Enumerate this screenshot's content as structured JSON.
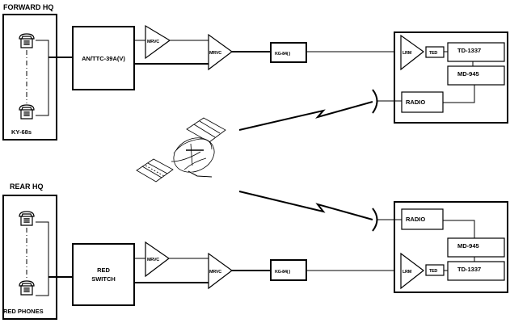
{
  "diagram": {
    "forward": {
      "site_label": "FORWARD HQ",
      "phones_label": "KY-68s",
      "switch_label": "AN/TTC-39A(V)",
      "mrvc_small": "MRVC",
      "mrvc_large": "MRVC",
      "crypto": "KG-84( )",
      "terminal": {
        "lrm": "LRM",
        "ted": "TED",
        "td": "TD-1337",
        "md": "MD-945",
        "radio": "RADIO"
      }
    },
    "rear": {
      "site_label": "REAR HQ",
      "phones_label": "RED PHONES",
      "switch_label_line1": "RED",
      "switch_label_line2": "SWITCH",
      "mrvc_small": "MRVC",
      "mrvc_large": "MRVC",
      "crypto": "KG-84( )",
      "terminal": {
        "lrm": "LRM",
        "ted": "TED",
        "td": "TD-1337",
        "md": "MD-945",
        "radio": "RADIO"
      }
    },
    "satellite": "communications-satellite"
  }
}
